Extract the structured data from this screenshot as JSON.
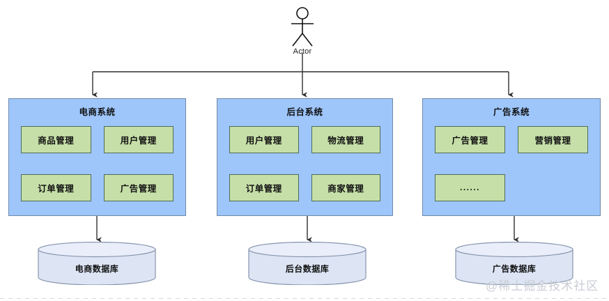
{
  "diagram": {
    "actor": {
      "label": "Actor",
      "icon": "stick-figure-actor-icon"
    },
    "systems": [
      {
        "id": "ecommerce",
        "title": "电商系统",
        "modules": [
          {
            "label": "商品管理",
            "kind": "module"
          },
          {
            "label": "用户管理",
            "kind": "module"
          },
          {
            "label": "订单管理",
            "kind": "module"
          },
          {
            "label": "广告管理",
            "kind": "module"
          }
        ],
        "database": {
          "label": "电商数据库",
          "icon": "database-cylinder-icon"
        }
      },
      {
        "id": "backend",
        "title": "后台系统",
        "modules": [
          {
            "label": "用户管理",
            "kind": "module"
          },
          {
            "label": "物流管理",
            "kind": "module"
          },
          {
            "label": "订单管理",
            "kind": "module"
          },
          {
            "label": "商家管理",
            "kind": "module"
          }
        ],
        "database": {
          "label": "后台数据库",
          "icon": "database-cylinder-icon"
        }
      },
      {
        "id": "advertising",
        "title": "广告系统",
        "modules": [
          {
            "label": "广告管理",
            "kind": "module"
          },
          {
            "label": "营销管理",
            "kind": "module"
          },
          {
            "label": "......",
            "kind": "ellipsis"
          },
          {
            "label": "",
            "kind": "empty"
          }
        ],
        "database": {
          "label": "广告数据库",
          "icon": "database-cylinder-icon"
        }
      }
    ],
    "watermark": "@稀土掘金技术社区",
    "colors": {
      "system_fill": "#9ec6fb",
      "system_stroke": "#7089a8",
      "module_fill": "#c6dfa8",
      "module_stroke": "#4f6b56",
      "database_fill": "#dde5f4",
      "database_stroke": "#8795ad",
      "connector": "#3a3a3a",
      "watermark": "#c9cdd4",
      "background": "#ffffff"
    }
  }
}
